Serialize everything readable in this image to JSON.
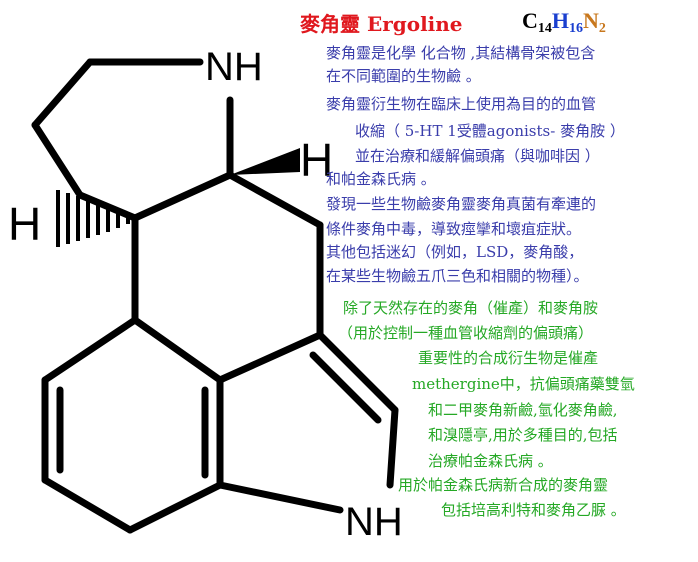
{
  "title": {
    "text": "麥角靈 Ergoline",
    "color": "#e0181e"
  },
  "formula": {
    "c": "C",
    "c_count": "14",
    "h": "H",
    "h_count": "16",
    "n": "N",
    "n_count": "2",
    "colors": {
      "c": "#000000",
      "h": "#1a3fcf",
      "n": "#c8781e"
    }
  },
  "structure": {
    "atom_labels": {
      "nh_top": "NH",
      "h_right": "H",
      "h_left": "H",
      "nh_bottom": "NH"
    }
  },
  "description_blue": [
    "麥角靈是化學 化合物 ,其結構骨架被包含",
    "在不同範圍的生物鹼 。",
    "麥角靈衍生物在臨床上使用為目的的血管",
    "收縮（ 5-HT 1受體agonists- 麥角胺 ）",
    "並在治療和緩解偏頭痛（與咖啡因 ）",
    "和帕金森氏病 。",
    "發現一些生物鹼麥角靈麥角真菌有牽連的",
    "條件麥角中毒，導致痙攣和壞疽症狀。",
    "其他包括迷幻（例如，LSD，麥角酸，",
    "在某些生物鹼五爪三色和相關的物種）。"
  ],
  "description_green": [
    "除了天然存在的麥角（催產）和麥角胺",
    "（用於控制一種血管收縮劑的偏頭痛）",
    "重要性的合成衍生物是催產",
    "methergine中，抗偏頭痛藥雙氫",
    "和二甲麥角新鹼,氫化麥角鹼,",
    "和溴隱亭,用於多種目的,包括",
    "治療帕金森氏病 。",
    "用於帕金森氏病新合成的麥角靈",
    "包括培高利特和麥角乙脲 。"
  ],
  "colors": {
    "blue_text": "#3a3dab",
    "green_text": "#25a825",
    "bond": "#000000"
  }
}
